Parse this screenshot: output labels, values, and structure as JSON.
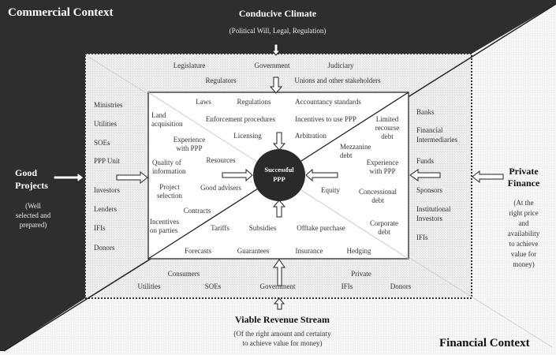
{
  "corners": {
    "commercial": "Commercial Context",
    "financial": "Financial Context"
  },
  "top": {
    "title": "Conducive Climate",
    "subtitle": "(Political Will, Legal, Regulation)",
    "items": [
      "Legislature",
      "Government",
      "Judiciary",
      "Regulators",
      "Unions and other stakeholders"
    ]
  },
  "left": {
    "title_line1": "Good",
    "title_line2": "Projects",
    "sub": [
      "(Well",
      "selected and",
      "prepared)"
    ],
    "items": [
      "Ministries",
      "Utilities",
      "SOEs",
      "PPP Unit",
      "Investors",
      "Lenders",
      "IFIs",
      "Donors"
    ]
  },
  "right": {
    "title_line1": "Private",
    "title_line2": "Finance",
    "sub": [
      "(At the",
      "right price",
      "and",
      "availability",
      "to achieve",
      "value for",
      "money)"
    ],
    "items": [
      "Banks",
      "Financial",
      "Intermediaries",
      "Funds",
      "Sponsors",
      "Institutional",
      "Investors",
      "IFIs"
    ]
  },
  "bottom": {
    "title": "Viable Revenue Stream",
    "subtitle_line1": "(Of the right amount and certainty",
    "subtitle_line2": "to achieve value for money)",
    "items": [
      "Consumers",
      "Private",
      "Utilities",
      "SOEs",
      "Government",
      "IFIs",
      "Donors"
    ]
  },
  "center": {
    "label_line1": "Successful",
    "label_line2": "PPP",
    "top_items": [
      "Laws",
      "Regulations",
      "Accountancy standards",
      "Enforcement procedures",
      "Incentives to use PPP",
      "Licensing",
      "Arbitration"
    ],
    "left_items": [
      "Land",
      "acquisition",
      "Experience",
      "with PPP",
      "Quality of",
      "information",
      "Resources",
      "Project",
      "selection",
      "Good advisers",
      "Contracts",
      "Incentives",
      "on parties"
    ],
    "right_items": [
      "Limited",
      "recourse",
      "debt",
      "Mezzanine",
      "debt",
      "Experience",
      "with PPP",
      "Equity",
      "Concessional",
      "debt",
      "Corporate",
      "debt"
    ],
    "bottom_items": [
      "Tariffs",
      "Subsidies",
      "Offtake purchase",
      "Forecasts",
      "Guarantees",
      "Insurance",
      "Hedging"
    ]
  },
  "colors": {
    "dark": "#2e2e2e",
    "light": "#f4f4f4",
    "middle": "#e9e9e9",
    "inner": "#ffffff"
  }
}
